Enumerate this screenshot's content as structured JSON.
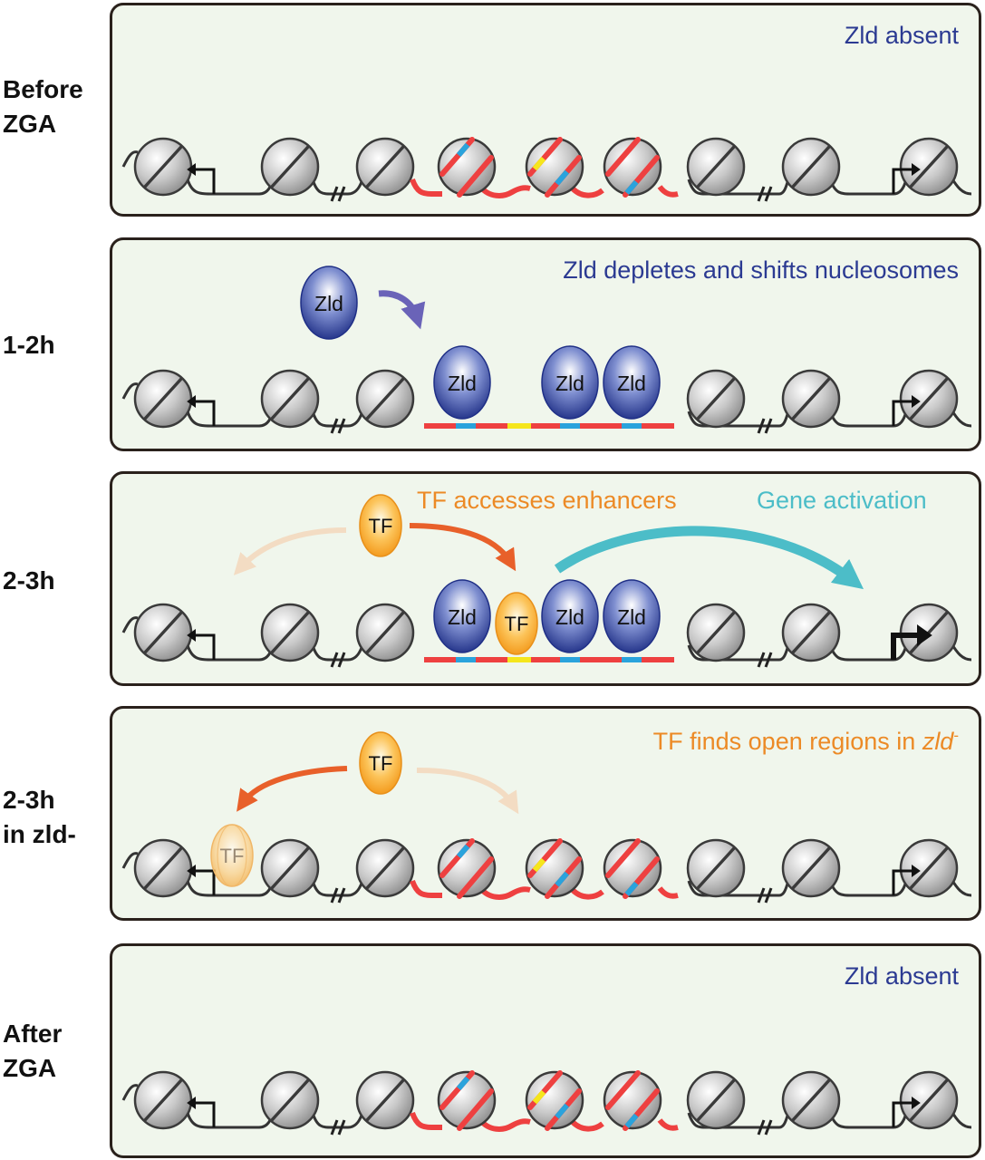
{
  "stages": [
    {
      "id": "before",
      "label_lines": [
        "Before",
        "ZGA"
      ],
      "title": "Zld absent"
    },
    {
      "id": "1-2h",
      "label_lines": [
        "1-2h"
      ],
      "title": "Zld depletes and shifts nucleosomes"
    },
    {
      "id": "2-3h",
      "label_lines": [
        "2-3h"
      ],
      "title": "TF accesses enhancers",
      "title2": "Gene activation"
    },
    {
      "id": "zld",
      "label_lines": [
        "2-3h",
        "in zld-"
      ],
      "title_prefix": "TF finds open regions in ",
      "title_italic": "zld",
      "title_sup": "-"
    },
    {
      "id": "after",
      "label_lines": [
        "After",
        "ZGA"
      ],
      "title": "Zld absent"
    }
  ],
  "factors": {
    "zld": "Zld",
    "tf": "TF"
  },
  "colors": {
    "zld_blue": "#2b3a92",
    "tf_orange": "#f5a01f",
    "enhancer_red": "#ee4040",
    "motif_blue": "#2aa3dc",
    "motif_yellow": "#f5e61c",
    "activation_cyan": "#4cbdc8",
    "tf_arrow": "#e8602a",
    "faded_arrow": "#f3dcc3",
    "zld_arrow": "#6a63b8",
    "nucleosome_gray": "#a9a9a9"
  }
}
